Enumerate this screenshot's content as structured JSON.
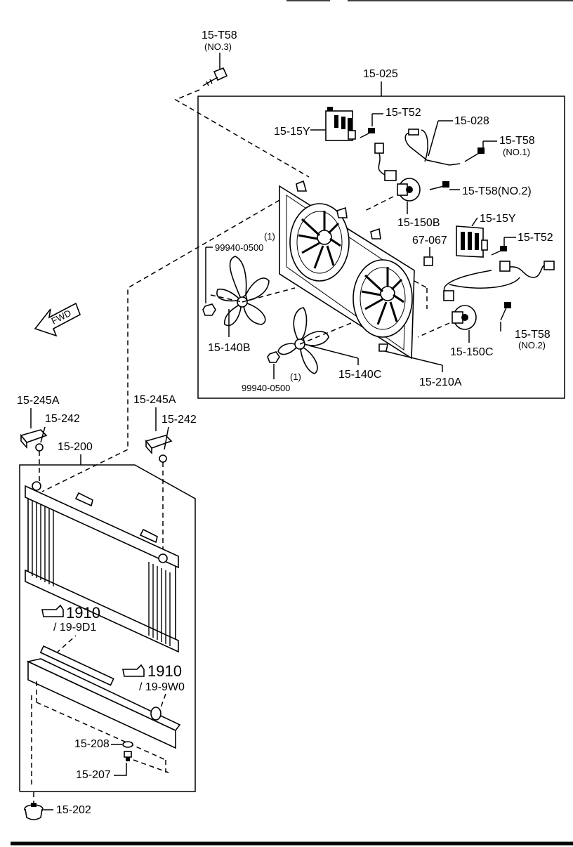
{
  "labels": {
    "t58_no3": "15-T58",
    "no3": "(NO.3)",
    "assy_025": "15-025",
    "t52_top": "15-T52",
    "y15_top": "15-15Y",
    "p028": "15-028",
    "t58_no1": "15-T58",
    "no1": "(NO.1)",
    "t58_no2_top": "15-T58(NO.2)",
    "p150b": "15-150B",
    "y15_right": "15-15Y",
    "p67067": "67-067",
    "t52_right": "15-T52",
    "qty1_left": "(1)",
    "nut_left": "99940-0500",
    "p140b": "15-140B",
    "qty1_bottom": "(1)",
    "nut_bottom": "99940-0500",
    "p140c": "15-140C",
    "p210a": "15-210A",
    "p150c": "15-150C",
    "t58_no2_bottom": "15-T58",
    "no2_bottom": "(NO.2)",
    "fwd": "FWD",
    "p245a_left": "15-245A",
    "p242_left": "15-242",
    "p245a_right": "15-245A",
    "p242_right": "15-242",
    "p200": "15-200",
    "ref1910_a": "1910",
    "ref_19_9d1": "/ 19-9D1",
    "ref1910_b": "1910",
    "ref_19_9w0": "/ 19-9W0",
    "p208": "15-208",
    "p207": "15-207",
    "p202": "15-202"
  },
  "icons": {
    "reference_pointer": "hand-pointer-icon",
    "forward_arrow": "fwd-arrow-icon"
  }
}
